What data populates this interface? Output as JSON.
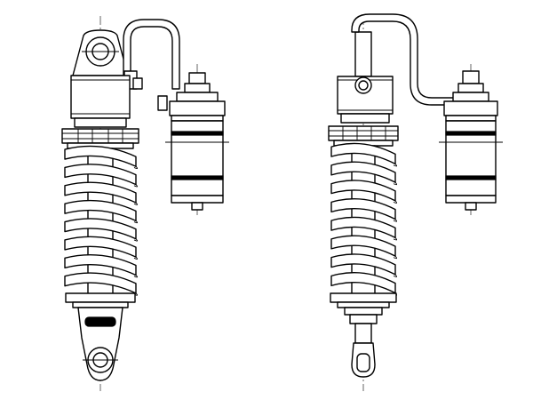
{
  "figure": {
    "views": [
      {
        "id": "front",
        "coil_turns": 8
      },
      {
        "id": "side",
        "coil_turns": 8
      }
    ],
    "stroke_color": "#000000",
    "background_color": "#ffffff"
  }
}
